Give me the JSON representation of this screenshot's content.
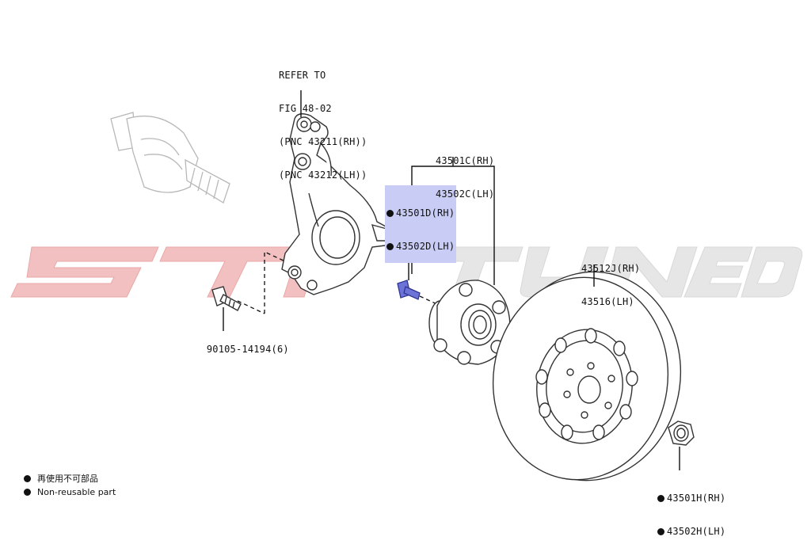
{
  "diagram": {
    "watermark": "STI TUNED",
    "callouts": {
      "knuckle": [
        "REFER TO",
        "FIG 48-02",
        "(PNC 43211(RH))",
        "(PNC 43212(LH))"
      ],
      "bolt": "90105-14194(6)",
      "hub_highlight": [
        "43501D(RH)",
        "43502D(LH)"
      ],
      "hub": [
        "43501C(RH)",
        "43502C(LH)"
      ],
      "rotor": [
        "43512J(RH)",
        "43516(LH)"
      ],
      "nut": [
        "43501H(RH)",
        "43502H(LH)"
      ]
    },
    "legend": [
      {
        "text": "再使用不可部品"
      },
      {
        "text": "Non-reusable part"
      }
    ],
    "colors": {
      "highlight": "#c9cdf5",
      "watermark_red": "#f0b8b8",
      "watermark_gray": "#e3e3e3",
      "ink": "#111111"
    }
  }
}
